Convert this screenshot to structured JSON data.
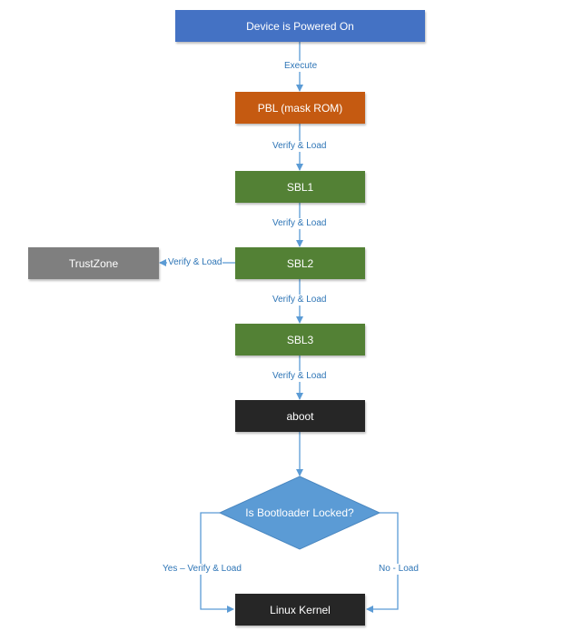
{
  "colors": {
    "blue": "#4472c4",
    "orange": "#c55a11",
    "green": "#538135",
    "gray": "#7f7f7f",
    "black": "#262626",
    "diamond": "#5b9bd5",
    "edge": "#5b9bd5",
    "label": "#2e75b6"
  },
  "nodes": {
    "powered_on": "Device is Powered On",
    "pbl": "PBL (mask ROM)",
    "sbl1": "SBL1",
    "sbl2": "SBL2",
    "trustzone": "TrustZone",
    "sbl3": "SBL3",
    "aboot": "aboot",
    "decision": "Is Bootloader Locked?",
    "kernel": "Linux Kernel"
  },
  "edges": {
    "execute": "Execute",
    "verify_load_1": "Verify & Load",
    "verify_load_2": "Verify & Load",
    "verify_load_tz": "Verify & Load",
    "verify_load_3": "Verify & Load",
    "verify_load_4": "Verify & Load",
    "yes": "Yes – Verify & Load",
    "no": "No - Load"
  }
}
